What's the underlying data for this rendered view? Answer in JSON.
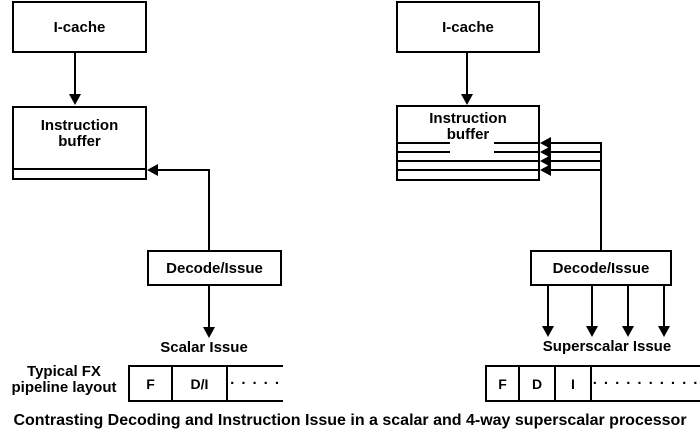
{
  "colors": {
    "ink": "#000000",
    "background": "#ffffff"
  },
  "caption": "Contrasting Decoding and Instruction Issue in a scalar and 4-way superscalar processor",
  "scalar": {
    "icache": "I-cache",
    "buffer_line1": "Instruction",
    "buffer_line2": "buffer",
    "decode": "Decode/Issue",
    "issue_label": "Scalar Issue",
    "pipeline_label_line1": "Typical FX",
    "pipeline_label_line2": "pipeline layout",
    "stage_fetch": "F",
    "stage_decode_issue": "D/I",
    "stage_dots": "· · · · ·"
  },
  "superscalar": {
    "icache": "I-cache",
    "buffer_line1": "Instruction",
    "buffer_line2": "buffer",
    "decode": "Decode/Issue",
    "issue_label": "Superscalar Issue",
    "stage_fetch": "F",
    "stage_decode": "D",
    "stage_issue": "I",
    "stage_dots": "· · · · · · · · · ·"
  }
}
